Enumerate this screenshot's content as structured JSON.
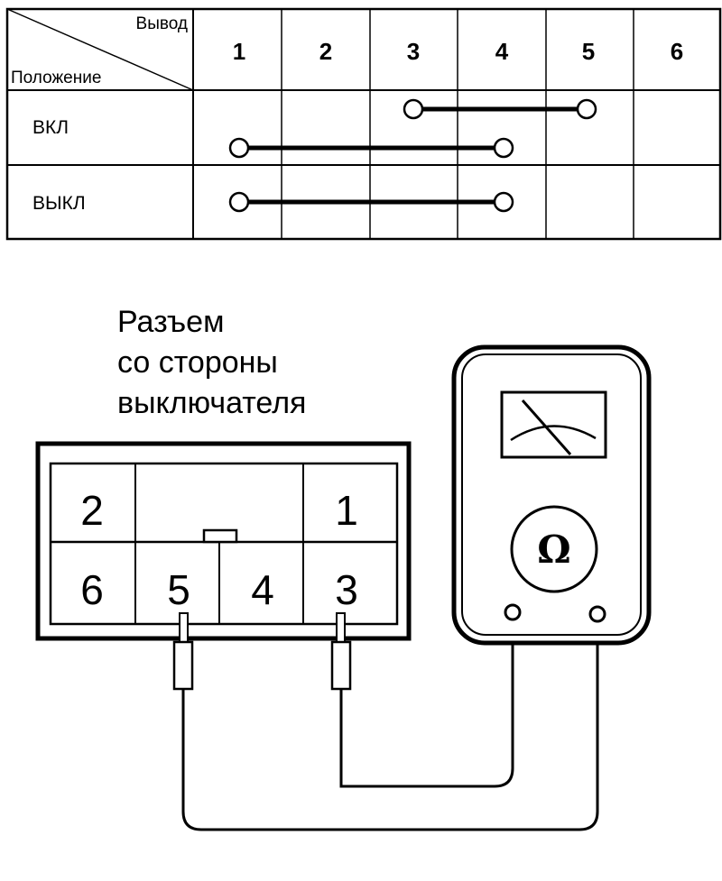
{
  "table": {
    "header_top": "Вывод",
    "header_bottom": "Положение",
    "pins": [
      "1",
      "2",
      "3",
      "4",
      "5",
      "6"
    ],
    "rows": [
      {
        "label": "ВКЛ",
        "connections": [
          [
            "3",
            "5"
          ],
          [
            "1",
            "4"
          ]
        ]
      },
      {
        "label": "ВЫКЛ",
        "connections": [
          [
            "1",
            "4"
          ]
        ]
      }
    ]
  },
  "caption": [
    "Разъем",
    "со стороны",
    "выключателя"
  ],
  "connector": {
    "top_row": [
      "2",
      "",
      "1"
    ],
    "bottom_row": [
      "6",
      "5",
      "4",
      "3"
    ],
    "probed_pins": [
      "5",
      "3"
    ]
  },
  "meter": {
    "mode_symbol": "Ω",
    "mode_icon": "ohm-symbol-icon"
  }
}
